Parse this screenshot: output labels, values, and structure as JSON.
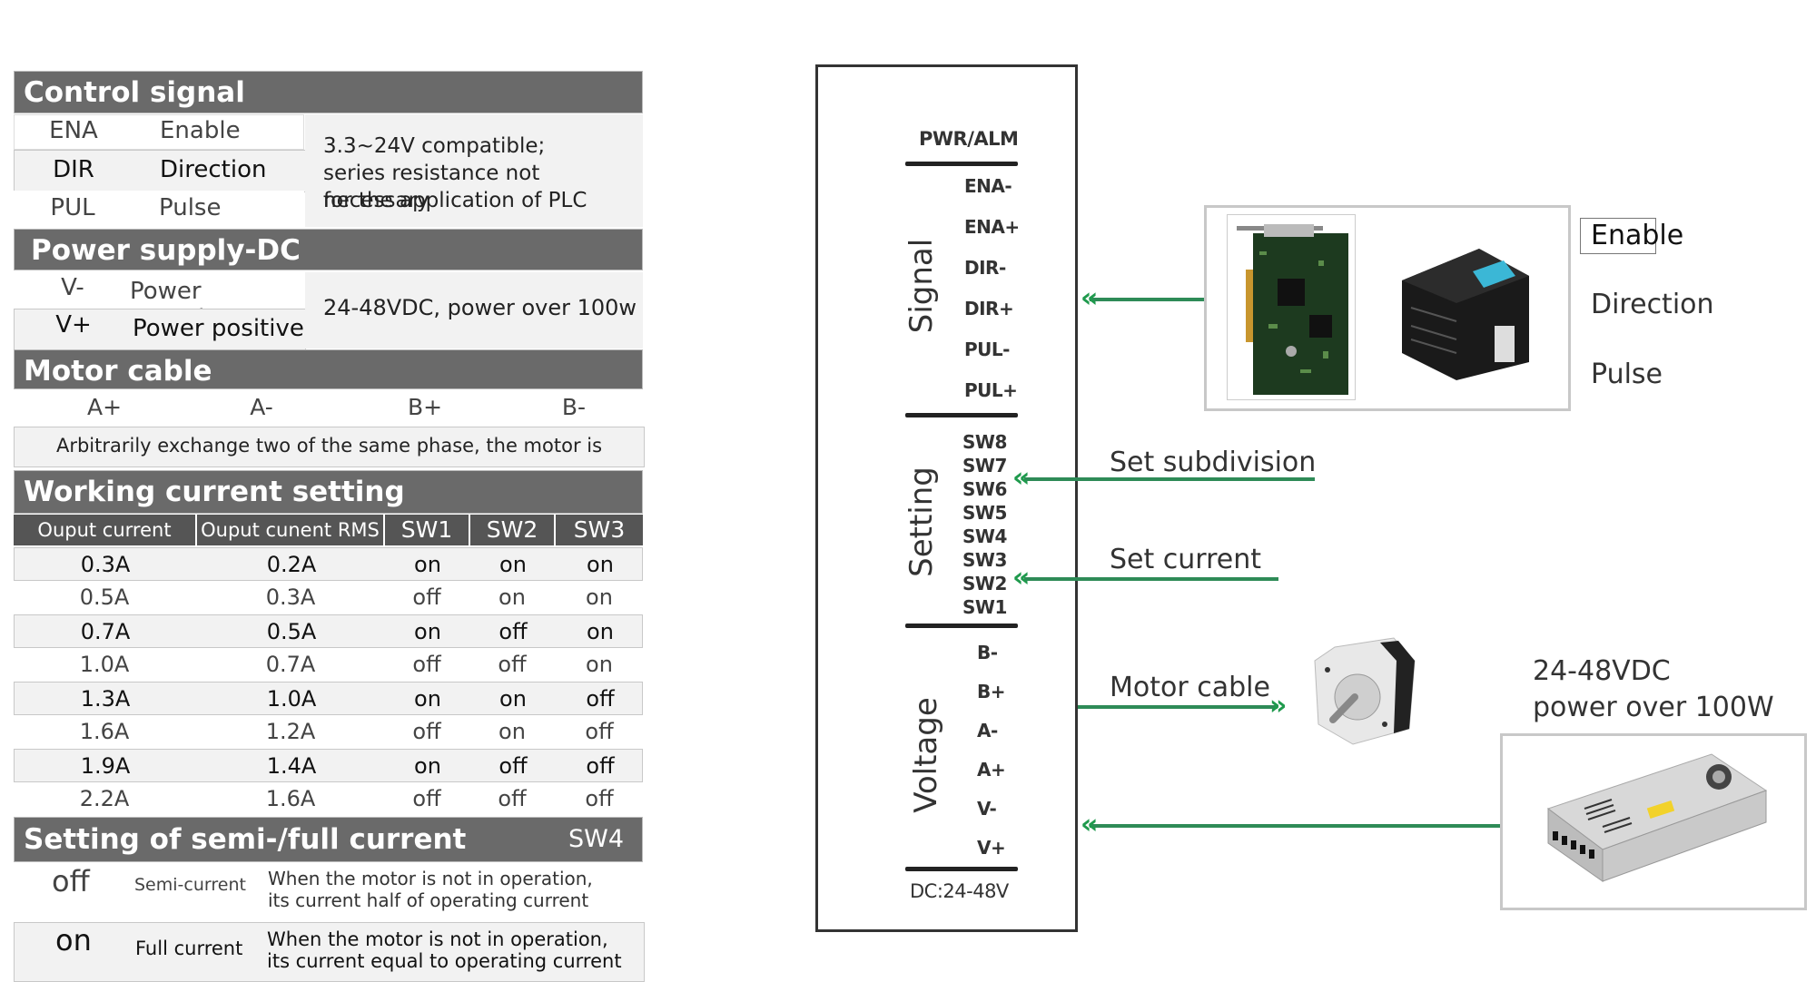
{
  "control_signal": {
    "title": "Control signal",
    "rows": [
      {
        "code": "ENA",
        "name": "Enable"
      },
      {
        "code": "DIR",
        "name": "Direction"
      },
      {
        "code": "PUL",
        "name": "Pulse"
      }
    ],
    "note_lines": [
      "3.3~24V compatible;",
      "series resistance not necessary",
      "for the application of PLC"
    ]
  },
  "power_supply": {
    "title": "Power supply-DC",
    "rows": [
      {
        "code": "V-",
        "name": "Power negative"
      },
      {
        "code": "V+",
        "name": "Power positive"
      }
    ],
    "note": "24-48VDC, power over 100w"
  },
  "motor_cable": {
    "title": "Motor cable",
    "pins": [
      "A+",
      "A-",
      "B+",
      "B-"
    ],
    "note": "Arbitrarily exchange two of the same phase, the motor is reversed"
  },
  "working_current": {
    "title": "Working current setting",
    "columns": [
      "Ouput current peak",
      "Ouput cunent RMS",
      "SW1",
      "SW2",
      "SW3"
    ],
    "rows": [
      [
        "0.3A",
        "0.2A",
        "on",
        "on",
        "on"
      ],
      [
        "0.5A",
        "0.3A",
        "off",
        "on",
        "on"
      ],
      [
        "0.7A",
        "0.5A",
        "on",
        "off",
        "on"
      ],
      [
        "1.0A",
        "0.7A",
        "off",
        "off",
        "on"
      ],
      [
        "1.3A",
        "1.0A",
        "on",
        "on",
        "off"
      ],
      [
        "1.6A",
        "1.2A",
        "off",
        "on",
        "off"
      ],
      [
        "1.9A",
        "1.4A",
        "on",
        "off",
        "off"
      ],
      [
        "2.2A",
        "1.6A",
        "off",
        "off",
        "off"
      ]
    ]
  },
  "semi_full_current": {
    "title": "Setting of semi-/full current",
    "switch": "SW4",
    "rows": [
      {
        "state": "off",
        "mode": "Semi-current",
        "desc_lines": [
          "When the motor is not in operation,",
          "its current half of operating current"
        ]
      },
      {
        "state": "on",
        "mode": "Full current",
        "desc_lines": [
          "When the motor is not in operation,",
          "its current equal to operating current"
        ]
      }
    ]
  },
  "driver": {
    "status_label": "PWR/ALM",
    "signal_group": "Signal",
    "signal_pins": [
      "ENA-",
      "ENA+",
      "DIR-",
      "DIR+",
      "PUL-",
      "PUL+"
    ],
    "setting_group": "Setting",
    "setting_pins": [
      "SW8",
      "SW7",
      "SW6",
      "SW5",
      "SW4",
      "SW3",
      "SW2",
      "SW1"
    ],
    "voltage_group": "Voltage",
    "voltage_pins": [
      "B-",
      "B+",
      "A-",
      "A+",
      "V-",
      "V+"
    ],
    "dc_label": "DC:24-48V"
  },
  "connections": {
    "set_subdivision": "Set subdivision",
    "set_current": "Set current",
    "motor_cable": "Motor cable",
    "controller_signals": [
      "Enable",
      "Direction",
      "Pulse"
    ],
    "power_lines": [
      "24-48VDC",
      "power over 100W"
    ]
  },
  "images": {
    "controller_card": "motion-control-card",
    "plc": "plc-unit",
    "motor": "stepper-motor",
    "psu": "switching-power-supply"
  },
  "colors": {
    "header": "#6a6a6a",
    "column_header": "#555555",
    "arrow": "#2e8b57"
  }
}
